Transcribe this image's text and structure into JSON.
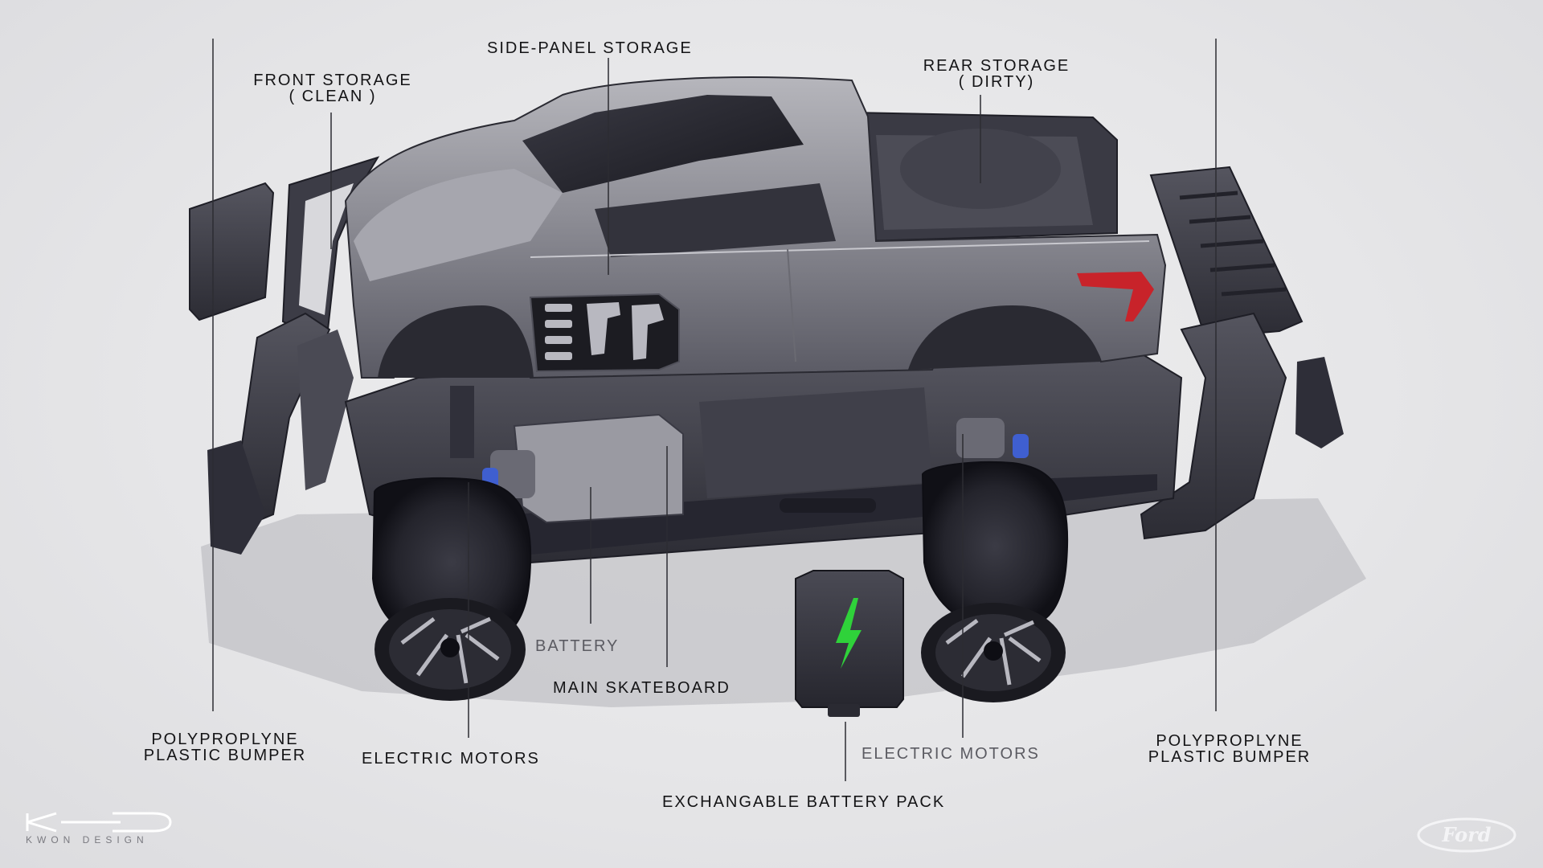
{
  "labels": {
    "side_panel_storage": "SIDE-PANEL STORAGE",
    "front_storage": [
      "FRONT STORAGE",
      "( CLEAN )"
    ],
    "rear_storage": [
      "REAR STORAGE",
      "( DIRTY)"
    ],
    "battery": "BATTERY",
    "main_skateboard": "MAIN SKATEBOARD",
    "bumper_left": [
      "POLYPROPLYNE",
      "PLASTIC BUMPER"
    ],
    "bumper_right": [
      "POLYPROPLYNE",
      "PLASTIC BUMPER"
    ],
    "motors_left": "ELECTRIC MOTORS",
    "motors_right": "ELECTRIC MOTORS",
    "exchangeable_pack": "EXCHANGABLE BATTERY PACK"
  },
  "studio": {
    "monogram": "KD",
    "name": "KWON DESIGN"
  },
  "brand": {
    "logo_text": "Ford"
  },
  "colors": {
    "body": "#8c8c94",
    "dark_part": "#3a3a44",
    "bolt": "#2fd23a",
    "tail_light": "#c8232a",
    "motor_accent": "#3f5fd0"
  }
}
